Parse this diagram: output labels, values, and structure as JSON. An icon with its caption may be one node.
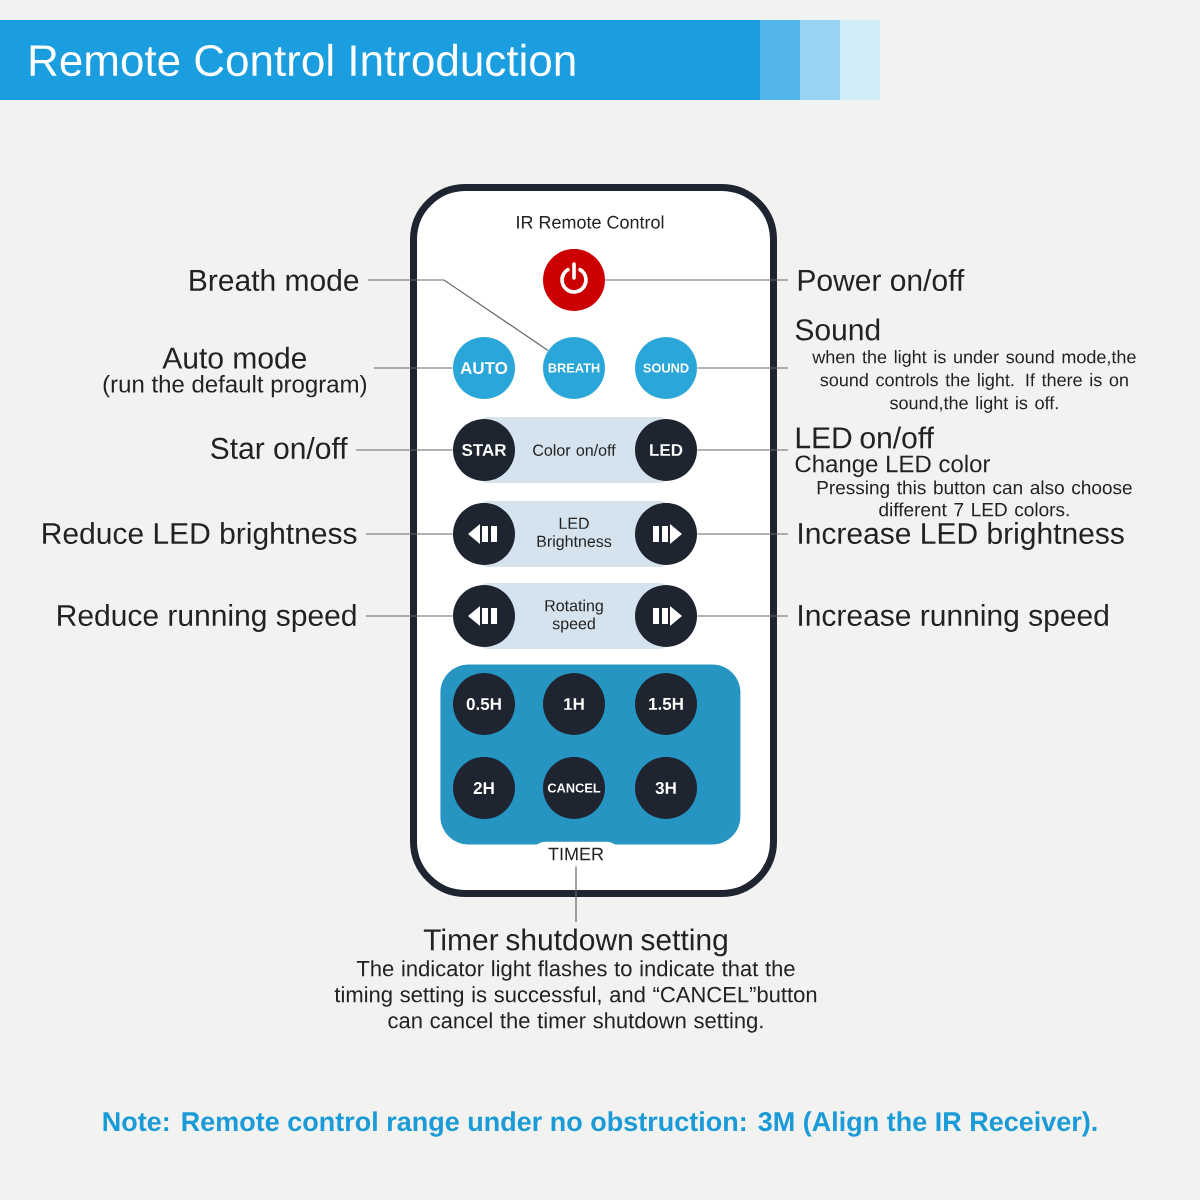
{
  "diagram": {
    "title": "Remote Control Introduction",
    "nodes": [
      {
        "text": [
          "IR Remote Control"
        ]
      },
      {
        "text": [],
        "shape": "circle",
        "in": 0
      },
      {
        "text": [
          "AUTO"
        ],
        "in": 0
      },
      {
        "text": [
          "BREATH"
        ],
        "in": 0
      },
      {
        "text": [
          "SOUND"
        ],
        "in": 0
      },
      {
        "text": [
          "STAR"
        ],
        "in": 0
      },
      {
        "text": [
          "Color on/off"
        ],
        "in": 0
      },
      {
        "text": [
          "LED"
        ],
        "in": 0
      },
      {
        "text": [],
        "shape": "circle",
        "in": 0
      },
      {
        "text": [
          "LED Brightness"
        ],
        "in": 0
      },
      {
        "text": [],
        "shape": "circle",
        "in": 0
      },
      {
        "text": [],
        "shape": "circle",
        "in": 0
      },
      {
        "text": [
          "Rotating speed"
        ],
        "in": 0
      },
      {
        "text": [],
        "shape": "circle",
        "in": 0
      },
      {
        "text": [
          "TIMER"
        ],
        "in": 0
      },
      {
        "text": [
          "0.5H"
        ],
        "in": 14
      },
      {
        "text": [
          "1H"
        ],
        "in": 14
      },
      {
        "text": [
          "1.5H"
        ],
        "in": 14
      },
      {
        "text": [
          "2H"
        ],
        "in": 14
      },
      {
        "text": [
          "CANCEL"
        ],
        "in": 14
      },
      {
        "text": [
          "3H"
        ],
        "in": 14
      },
      {
        "text": [
          "Breath mode"
        ]
      },
      {
        "text": [
          "Auto mode",
          "(run the default program)"
        ]
      },
      {
        "text": [
          "Star on/off"
        ]
      },
      {
        "text": [
          "Reduce LED brightness"
        ]
      },
      {
        "text": [
          "Reduce running speed"
        ]
      },
      {
        "text": [
          "Power on/off"
        ]
      },
      {
        "text": [
          "Sound",
          "when the light is under sound mode,the sound controls the light. If there is on sound,the light is off."
        ]
      },
      {
        "text": [
          "LED on/off",
          "Change LED color",
          "Pressing this button can also choose different 7 LED colors."
        ]
      },
      {
        "text": [
          "Increase LED brightness"
        ]
      },
      {
        "text": [
          "Increase running speed"
        ]
      },
      {
        "text": [
          "Timer shutdown setting",
          "The indicator light flashes to indicate that the timing setting is successful, and “CANCEL”button can cancel the timer shutdown setting."
        ]
      }
    ],
    "edges": [
      {
        "from": 3,
        "to": 21,
        "arrow": "none"
      },
      {
        "from": 2,
        "to": 22,
        "arrow": "none"
      },
      {
        "from": 5,
        "to": 23,
        "arrow": "none"
      },
      {
        "from": 8,
        "to": 24,
        "arrow": "none"
      },
      {
        "from": 11,
        "to": 25,
        "arrow": "none"
      },
      {
        "from": 1,
        "to": 26,
        "arrow": "none"
      },
      {
        "from": 4,
        "to": 27,
        "arrow": "none"
      },
      {
        "from": 7,
        "to": 28,
        "arrow": "none"
      },
      {
        "from": 10,
        "to": 29,
        "arrow": "none"
      },
      {
        "from": 13,
        "to": 30,
        "arrow": "none"
      },
      {
        "from": 14,
        "to": 31,
        "arrow": "none"
      }
    ],
    "labels": [
      "Note: Remote control range under no obstruction: 3M (Align the IR Receiver)."
    ]
  }
}
